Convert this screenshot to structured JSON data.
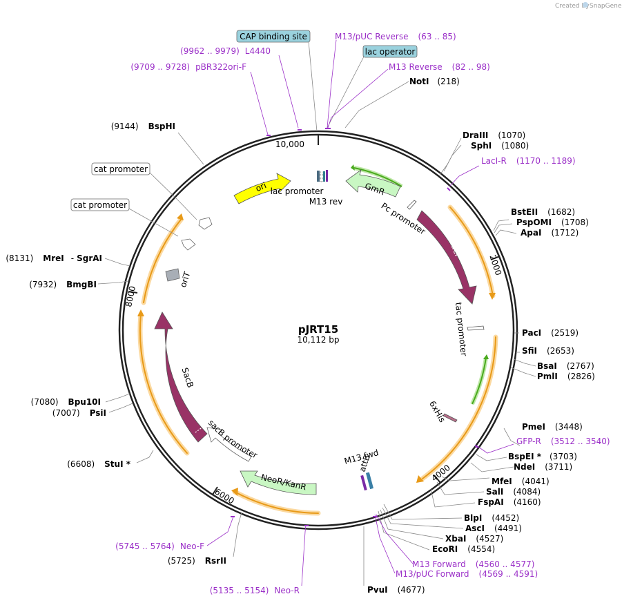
{
  "watermark": "Created by",
  "watermark_brand": "SnapGene",
  "plasmid": {
    "name": "pJRT15",
    "length": "10,112 bp"
  },
  "ticks": [
    {
      "label": "10,000"
    },
    {
      "label": "2000"
    },
    {
      "label": "4000"
    },
    {
      "label": "6000"
    },
    {
      "label": "8000"
    }
  ],
  "boxed_labels": [
    {
      "text": "CAP binding site",
      "style": "blue"
    },
    {
      "text": "lac operator",
      "style": "blue"
    },
    {
      "text": "cat promoter",
      "style": "white"
    },
    {
      "text": "cat promoter",
      "style": "white"
    }
  ],
  "primers": [
    {
      "name": "M13/pUC Reverse",
      "range": "(63 .. 85)"
    },
    {
      "name": "M13 Reverse",
      "range": "(82 .. 98)"
    },
    {
      "name": "L4440",
      "range": "(9962 .. 9979)"
    },
    {
      "name": "pBR322ori-F",
      "range": "(9709 .. 9728)"
    },
    {
      "name": "LacI-R",
      "range": "(1170 .. 1189)"
    },
    {
      "name": "GFP-R",
      "range": "(3512 .. 3540)"
    },
    {
      "name": "M13 Forward",
      "range": "(4560 .. 4577)"
    },
    {
      "name": "M13/pUC Forward",
      "range": "(4569 .. 4591)"
    },
    {
      "name": "Neo-F",
      "range": "(5745 .. 5764)"
    },
    {
      "name": "Neo-R",
      "range": "(5135 .. 5154)"
    }
  ],
  "sites": [
    {
      "name": "NotI",
      "pos": "(218)"
    },
    {
      "name": "DraIII",
      "pos": "(1070)"
    },
    {
      "name": "SphI",
      "pos": "(1080)"
    },
    {
      "name": "BstEII",
      "pos": "(1682)"
    },
    {
      "name": "PspOMI",
      "pos": "(1708)"
    },
    {
      "name": "ApaI",
      "pos": "(1712)"
    },
    {
      "name": "PacI",
      "pos": "(2519)"
    },
    {
      "name": "SfiI",
      "pos": "(2653)"
    },
    {
      "name": "BsaI",
      "pos": "(2767)"
    },
    {
      "name": "PmlI",
      "pos": "(2826)"
    },
    {
      "name": "PmeI",
      "pos": "(3448)"
    },
    {
      "name": "BspEI *",
      "pos": "(3703)"
    },
    {
      "name": "NdeI",
      "pos": "(3711)"
    },
    {
      "name": "MfeI",
      "pos": "(4041)"
    },
    {
      "name": "SalI",
      "pos": "(4084)"
    },
    {
      "name": "FspAI",
      "pos": "(4160)"
    },
    {
      "name": "BlpI",
      "pos": "(4452)"
    },
    {
      "name": "AscI",
      "pos": "(4491)"
    },
    {
      "name": "XbaI",
      "pos": "(4527)"
    },
    {
      "name": "EcoRI",
      "pos": "(4554)"
    },
    {
      "name": "PvuI",
      "pos": "(4677)"
    },
    {
      "name": "RsrII",
      "pos": "(5725)"
    },
    {
      "name": "StuI *",
      "pos": "(6608)"
    },
    {
      "name": "PsiI",
      "pos": "(7007)"
    },
    {
      "name": "Bpu10I",
      "pos": "(7080)"
    },
    {
      "name": "BmgBI",
      "pos": "(7932)"
    },
    {
      "name": "MreI",
      "pos": "(8131)"
    },
    {
      "name": "SgrAI",
      "pos": ""
    },
    {
      "name": "BspHI",
      "pos": "(9144)"
    }
  ],
  "site_separator": "-",
  "features": [
    {
      "label": "ori",
      "color": "#ffff00"
    },
    {
      "label": "GmR",
      "color": "#c9f7c3"
    },
    {
      "label": "lacI",
      "color": "#993366"
    },
    {
      "label": "SacB",
      "color": "#993366"
    },
    {
      "label": "NeoR/KanR",
      "color": "#c9f7c3"
    }
  ],
  "feature_labels": [
    {
      "text": "lac promoter"
    },
    {
      "text": "M13 rev"
    },
    {
      "text": "Pc promoter"
    },
    {
      "text": "tac promoter"
    },
    {
      "text": "6xHis"
    },
    {
      "text": "M13 fwd"
    },
    {
      "text": "attB"
    },
    {
      "text": "sacB promoter"
    },
    {
      "text": "oriT"
    }
  ],
  "colors": {
    "primer": "#9b30c8",
    "backbone": "#222222",
    "orange": "#f0a020",
    "green": "#4aaa1e",
    "box_blue": "#9ad2de"
  }
}
